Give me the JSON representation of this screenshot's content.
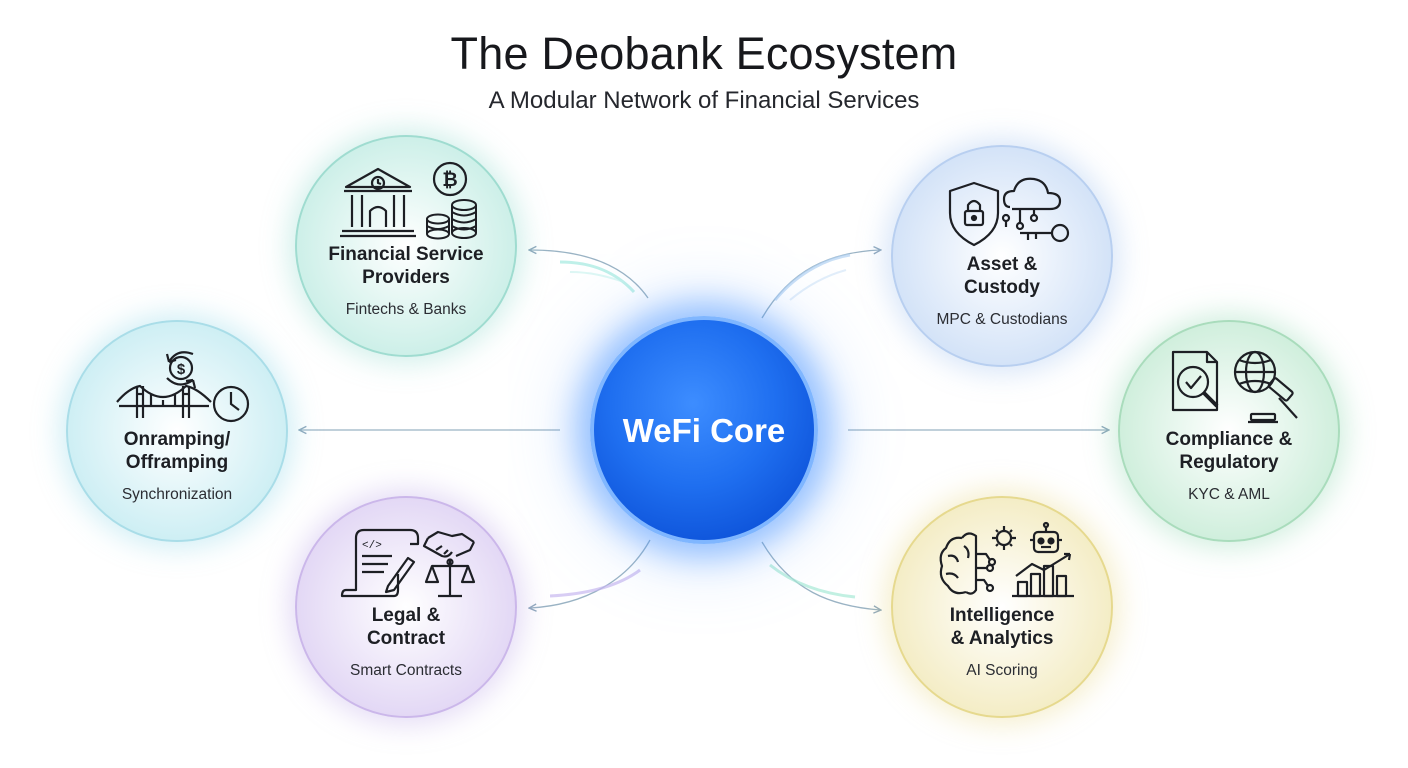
{
  "header": {
    "title": "The Deobank Ecosystem",
    "subtitle": "A Modular Network of Financial Services"
  },
  "core": {
    "label": "WeFi Core",
    "color": "#1f6ff0"
  },
  "nodes": [
    {
      "id": "financial",
      "label": "Financial Service\nProviders",
      "sub": "Fintechs & Banks",
      "color": "#4fc2b0",
      "icons": [
        "bank-icon",
        "bitcoin-icon",
        "coin-stack-icon"
      ]
    },
    {
      "id": "custody",
      "label": "Asset &\nCustody",
      "sub": "MPC & Custodians",
      "color": "#7aa6e8",
      "icons": [
        "shield-lock-icon",
        "cloud-icon",
        "key-icon"
      ]
    },
    {
      "id": "onramp",
      "label": "Onramping/\nOfframping",
      "sub": "Synchronization",
      "color": "#5ec9d6",
      "icons": [
        "currency-exchange-icon",
        "bridge-icon",
        "clock-icon"
      ]
    },
    {
      "id": "compliance",
      "label": "Compliance &\nRegulatory",
      "sub": "KYC & AML",
      "color": "#69c795",
      "icons": [
        "document-search-icon",
        "globe-icon",
        "gavel-icon"
      ]
    },
    {
      "id": "legal",
      "label": "Legal &\nContract",
      "sub": "Smart Contracts",
      "color": "#b19ae0",
      "icons": [
        "code-scroll-icon",
        "handshake-icon",
        "scales-icon"
      ]
    },
    {
      "id": "intel",
      "label": "Intelligence\n& Analytics",
      "sub": "AI Scoring",
      "color": "#e2cf6e",
      "icons": [
        "brain-icon",
        "gear-icon",
        "robot-icon",
        "bar-chart-icon"
      ]
    }
  ]
}
